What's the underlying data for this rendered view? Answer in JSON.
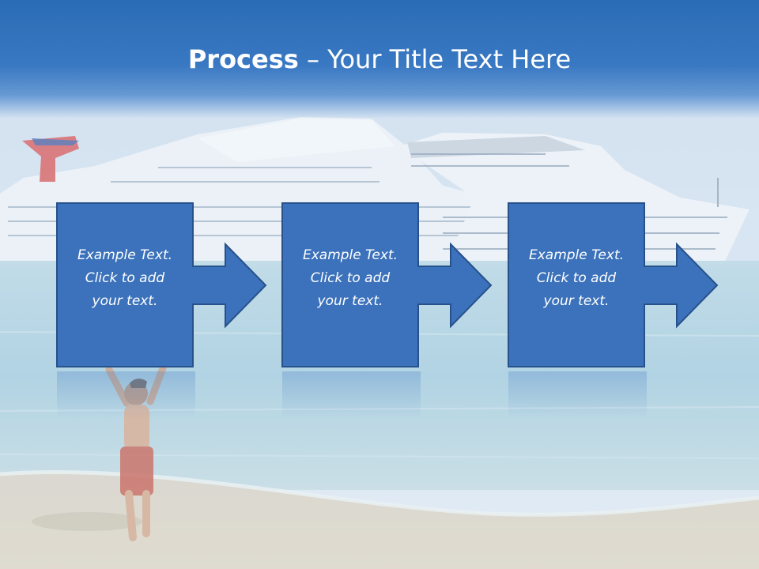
{
  "slide": {
    "title_bold": "Process",
    "title_dash": " – ",
    "title_rest": "Your Title Text Here"
  },
  "steps": [
    {
      "line1": "Example Text.",
      "line2": "Click  to add",
      "line3": "your text."
    },
    {
      "line1": "Example Text.",
      "line2": "Click  to add",
      "line3": "your text."
    },
    {
      "line1": "Example Text.",
      "line2": "Click  to add",
      "line3": "your text."
    }
  ],
  "colors": {
    "title_bar": "#3878c0",
    "shape_fill": "#3b72bb",
    "shape_border": "#27518a",
    "sea": "#a9cfe0",
    "sand": "#d6d0c2"
  },
  "icons": [
    "cruise-ship-image",
    "child-on-beach-image",
    "right-arrow-icon"
  ]
}
